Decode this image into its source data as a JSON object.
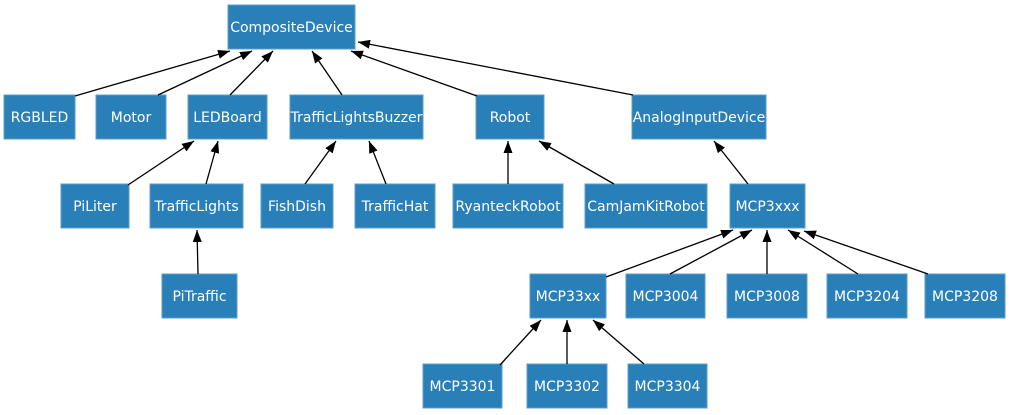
{
  "diagram": {
    "type": "inheritance-tree",
    "background_color": "#ffffff",
    "node_fill": "#2980b9",
    "node_text_color": "#ffffff",
    "edge_color": "#000000",
    "nodes": [
      {
        "label": "CompositeDevice",
        "parent": null
      },
      {
        "label": "RGBLED",
        "parent": "CompositeDevice"
      },
      {
        "label": "Motor",
        "parent": "CompositeDevice"
      },
      {
        "label": "LEDBoard",
        "parent": "CompositeDevice"
      },
      {
        "label": "TrafficLightsBuzzer",
        "parent": "CompositeDevice"
      },
      {
        "label": "Robot",
        "parent": "CompositeDevice"
      },
      {
        "label": "AnalogInputDevice",
        "parent": "CompositeDevice"
      },
      {
        "label": "PiLiter",
        "parent": "LEDBoard"
      },
      {
        "label": "TrafficLights",
        "parent": "LEDBoard"
      },
      {
        "label": "FishDish",
        "parent": "TrafficLightsBuzzer"
      },
      {
        "label": "TrafficHat",
        "parent": "TrafficLightsBuzzer"
      },
      {
        "label": "RyanteckRobot",
        "parent": "Robot"
      },
      {
        "label": "CamJamKitRobot",
        "parent": "Robot"
      },
      {
        "label": "MCP3xxx",
        "parent": "AnalogInputDevice"
      },
      {
        "label": "PiTraffic",
        "parent": "TrafficLights"
      },
      {
        "label": "MCP33xx",
        "parent": "MCP3xxx"
      },
      {
        "label": "MCP3004",
        "parent": "MCP3xxx"
      },
      {
        "label": "MCP3008",
        "parent": "MCP3xxx"
      },
      {
        "label": "MCP3204",
        "parent": "MCP3xxx"
      },
      {
        "label": "MCP3208",
        "parent": "MCP3xxx"
      },
      {
        "label": "MCP3301",
        "parent": "MCP33xx"
      },
      {
        "label": "MCP3302",
        "parent": "MCP33xx"
      },
      {
        "label": "MCP3304",
        "parent": "MCP33xx"
      }
    ]
  }
}
